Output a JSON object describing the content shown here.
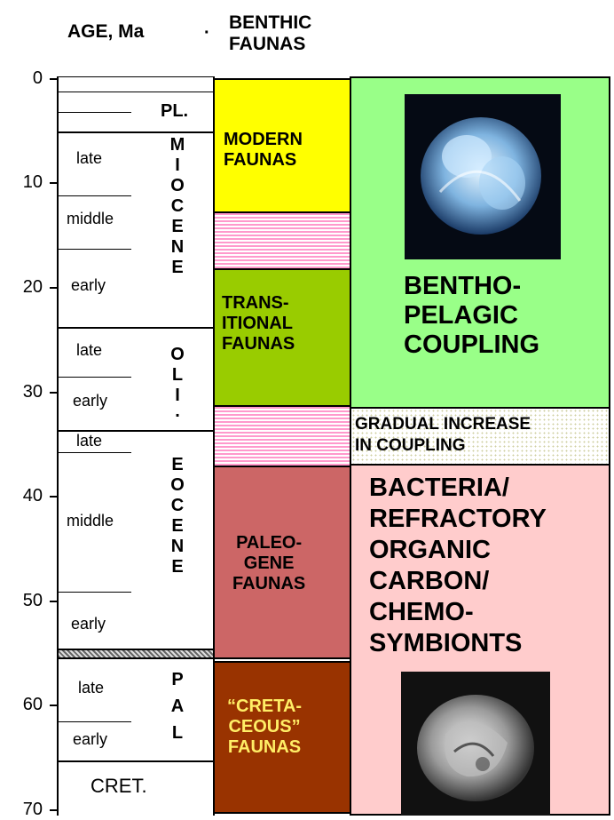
{
  "headers": {
    "age": "AGE, Ma",
    "benthic": [
      "BENTHIC",
      "FAUNAS"
    ]
  },
  "age_ticks": [
    "0",
    "10",
    "20",
    "30",
    "40",
    "50",
    "60",
    "70"
  ],
  "epochs": {
    "pl": "PL.",
    "miocene": [
      "M",
      "I",
      "O",
      "C",
      "E",
      "N",
      "E"
    ],
    "oligocene": [
      "O",
      "L",
      "I",
      "."
    ],
    "eocene": [
      "E",
      "O",
      "C",
      "E",
      "N",
      "E"
    ],
    "paleocene": [
      "P",
      "A",
      "L"
    ],
    "cret": "CRET."
  },
  "stages": {
    "mio_late": "late",
    "mio_middle": "middle",
    "mio_early": "early",
    "oli_late": "late",
    "oli_early": "early",
    "eoc_late": "late",
    "eoc_middle": "middle",
    "eoc_early": "early",
    "pal_late": "late",
    "pal_early": "early"
  },
  "faunas": {
    "modern": [
      "MODERN",
      "FAUNAS"
    ],
    "transitional": [
      "TRANS-",
      "ITIONAL",
      "FAUNAS"
    ],
    "paleogene": [
      "PALEO-",
      "GENE",
      "FAUNAS"
    ],
    "cretaceous": [
      "“CRETA-",
      "CEOUS”",
      "FAUNAS"
    ]
  },
  "processes": {
    "coupling": [
      "BENTHO-",
      "PELAGIC",
      "COUPLING"
    ],
    "gradual": [
      "GRADUAL INCREASE",
      "IN COUPLING"
    ],
    "bacteria": [
      "BACTERIA/",
      "REFRACTORY",
      "ORGANIC",
      "CARBON/",
      "CHEMO-",
      "SYMBIONTS"
    ]
  },
  "colors": {
    "modern": "#ffff00",
    "transitional": "#99cc00",
    "paleogene": "#cc6666",
    "cretaceous": "#993300",
    "coupling": "#99ff88",
    "bacteria": "#ffcccc",
    "hatch": "#ff99cc"
  }
}
